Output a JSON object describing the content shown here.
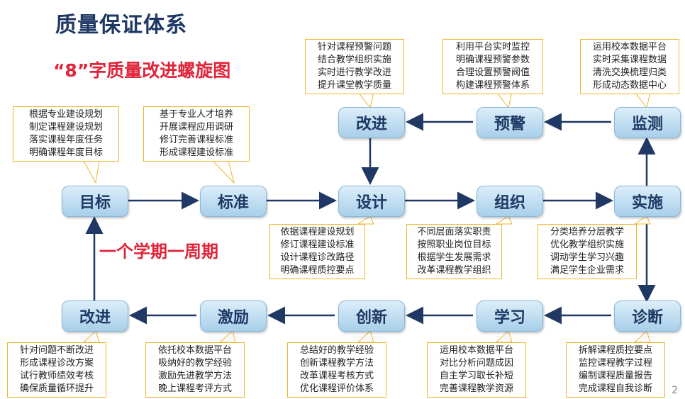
{
  "header": {
    "title": "质量保证体系",
    "subtitle": "“8”字质量改进螺旋图",
    "cycle_label": "一个学期一周期",
    "page_number": "2"
  },
  "nodes": {
    "mubiao": "目标",
    "biaozhun": "标准",
    "sheji": "设计",
    "zuzhi": "组织",
    "shishi": "实施",
    "gaijin_top": "改进",
    "yujing": "预警",
    "jiance": "监测",
    "zhenduan": "诊断",
    "xuexi": "学习",
    "chuangxin": "创新",
    "jili": "激励",
    "gaijin_bottom": "改进"
  },
  "boxes": {
    "mubiao": [
      "根据专业建设规划",
      "制定课程建设规划",
      "落实课程年度任务",
      "明确课程年度目标"
    ],
    "biaozhun": [
      "基于专业人才培养",
      "开展课程应用调研",
      "修订完善课程标准",
      "形成课程建设标准"
    ],
    "gaijin_top": [
      "针对课程预警问题",
      "结合教学组织实施",
      "实时进行教学改进",
      "提升课堂教学质量"
    ],
    "yujing": [
      "利用平台实时监控",
      "明确课程预警参数",
      "合理设置预警阀值",
      "构建课程预警体系"
    ],
    "jiance": [
      "运用校本数据平台",
      "实时采集课程数据",
      "清洗交换梳理归类",
      "形成动态数据中心"
    ],
    "sheji": [
      "依据课程建设规划",
      "修订课程建设标准",
      "设计课程诊改路径",
      "明确课程质控要点"
    ],
    "zuzhi": [
      "不同层面落实职责",
      "按照职业岗位目标",
      "根据学生发展需求",
      "改革课程教学组织"
    ],
    "shishi": [
      "分类培养分层教学",
      "优化教学组织实施",
      "调动学生学习兴趣",
      "满足学生企业需求"
    ],
    "gaijin_bottom": [
      "针对问题不断改进",
      "形成课程诊改方案",
      "试行教师绩效考核",
      "确保质量循环提升"
    ],
    "jili": [
      "依托校本数据平台",
      "吸纳好的教学经验",
      "激励先进教学方法",
      "晚上课程考评方式"
    ],
    "chuangxin": [
      "总结好的教学经验",
      "创新课程教学方法",
      "改革课程考核方式",
      "优化课程评价体系"
    ],
    "xuexi": [
      "运用校本数据平台",
      "对比分析问题成因",
      "自主学习取长补短",
      "完善课程教学资源"
    ],
    "zhenduan": [
      "拆解课程质控要点",
      "监控课程教学过程",
      "编制课程质量报告",
      "完成课程自我诊断"
    ]
  },
  "colors": {
    "title": "#1f3864",
    "accent_red": "#e0243a",
    "arrow": "#1f3864",
    "callout_border": "#f0b429"
  }
}
